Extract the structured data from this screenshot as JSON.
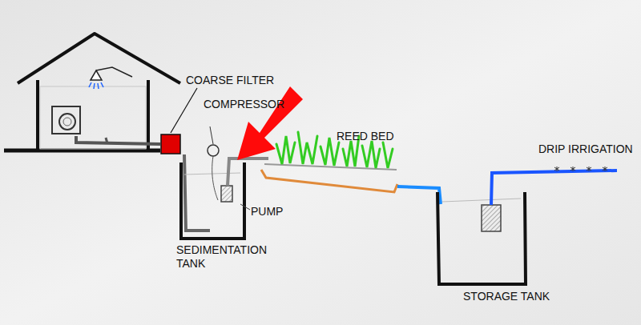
{
  "diagram": {
    "labels": [
      "COARSE FILTER",
      "COMPRESSOR",
      "REED BED",
      "PUMP",
      "SEDIMENTATION TANK",
      "STORAGE TANK",
      "DRIP IRRIGATION"
    ]
  }
}
